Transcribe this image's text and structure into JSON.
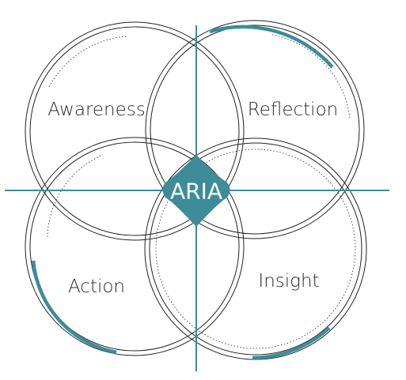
{
  "diagram": {
    "center_label": "ARIA",
    "quadrants": {
      "top_left": "Awareness",
      "top_right": "Reflection",
      "bottom_left": "Action",
      "bottom_right": "Insight"
    }
  },
  "colors": {
    "accent": "#3c8c9a",
    "line": "#222222",
    "background": "#ffffff"
  }
}
